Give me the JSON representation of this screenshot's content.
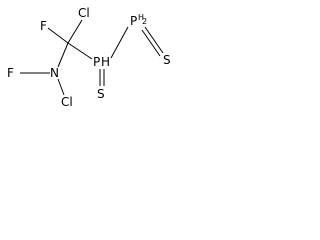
{
  "structure": {
    "atoms": {
      "cl_top": "Cl",
      "f_top": "F",
      "p_center": "P",
      "p_center_h": "H",
      "p_right": "P",
      "p_right_h": "H",
      "p_right_h_count": "2",
      "s_right": "S",
      "s_bottom": "S",
      "n": "N",
      "f_left": "F",
      "cl_bottom": "Cl"
    }
  }
}
